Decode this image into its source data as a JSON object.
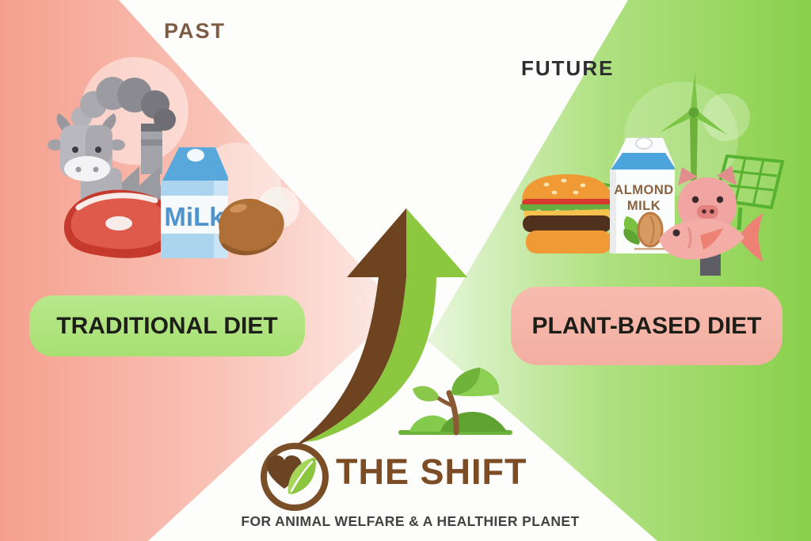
{
  "header": {
    "past_label": "PAST",
    "future_label": "FUTURE"
  },
  "left_section": {
    "badge_label": "TRADITIONAL DIET",
    "milk_carton_text": "MiLk",
    "icons": [
      "cow-icon",
      "factory-icon",
      "factory-smoke-icon",
      "steak-icon",
      "milk-carton-icon",
      "chicken-drumstick-icon"
    ]
  },
  "right_section": {
    "badge_label": "PLANT-BASED DIET",
    "almond_carton_line1": "ALMOND",
    "almond_carton_line2": "MILK",
    "icons": [
      "burger-icon",
      "almond-milk-carton-icon",
      "pig-icon",
      "fish-icon",
      "wind-turbine-icon",
      "solar-panel-icon"
    ]
  },
  "center": {
    "title": "THE SHIFT",
    "tagline": "FOR ANIMAL WELFARE & A HEALTHIER PLANET",
    "icons": [
      "shift-arrow-icon",
      "sprout-icon",
      "heart-leaf-logo"
    ]
  },
  "colors": {
    "pink_gradient_start": "#f5a08e",
    "pink_gradient_end": "#fdece8",
    "green_gradient_start": "#8ad04b",
    "green_gradient_end": "#e8f6dc",
    "badge_green": "#aee37b",
    "badge_pink": "#f5b6a8",
    "brand_brown": "#7c4d24",
    "arrow_brown": "#6e4320",
    "arrow_green": "#8cc83f",
    "past_text": "#7d5c45",
    "future_text": "#2e2e30",
    "milk_text": "#5193cd",
    "almond_text": "#8a6341"
  }
}
